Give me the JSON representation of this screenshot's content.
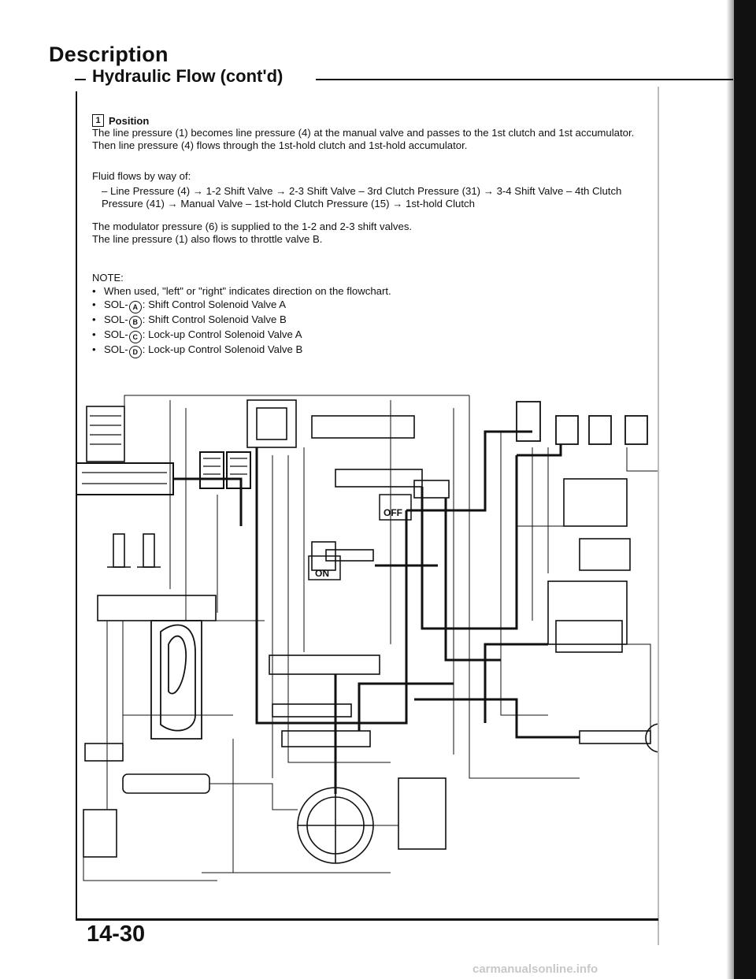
{
  "header": {
    "title": "Description",
    "subtitle": "Hydraulic Flow (cont'd)"
  },
  "position": {
    "badge": "1",
    "label": "Position"
  },
  "paragraphs": {
    "p1_line1": "The line pressure (1) becomes line pressure (4) at the manual valve and passes to the 1st clutch and 1st accumulator.",
    "p1_line2": "Then line pressure (4) flows through the 1st-hold clutch and 1st-hold accumulator.",
    "p2_line1": "Fluid flows by way of:",
    "p2_line2": "– Line Pressure (4) → 1-2 Shift Valve → 2-3 Shift Valve – 3rd Clutch Pressure (31) → 3-4 Shift Valve – 4th Clutch",
    "p2_line3": "Pressure (41) → Manual Valve – 1st-hold Clutch Pressure (15) → 1st-hold Clutch",
    "p3_line1": "The modulator pressure (6) is supplied to the 1-2 and 2-3 shift valves.",
    "p3_line2": "The line pressure (1) also flows to throttle valve B."
  },
  "notes": {
    "title": "NOTE:",
    "n1": "When used, \"left\" or \"right\" indicates direction on the flowchart.",
    "n2_prefix": "SOL-",
    "n2_badge": "A",
    "n2_text": ": Shift Control Solenoid Valve A",
    "n3_prefix": "SOL-",
    "n3_badge": "B",
    "n3_text": ": Shift Control Solenoid Valve B",
    "n4_prefix": "SOL-",
    "n4_badge": "C",
    "n4_text": ": Lock-up Control Solenoid Valve A",
    "n5_prefix": "SOL-",
    "n5_badge": "D",
    "n5_text": ": Lock-up Control Solenoid Valve B"
  },
  "diagram": {
    "sol_off_label": "OFF",
    "sol_on_label": "ON"
  },
  "footer": {
    "page_number": "14-30",
    "watermark": "carmanualsonline.info"
  }
}
